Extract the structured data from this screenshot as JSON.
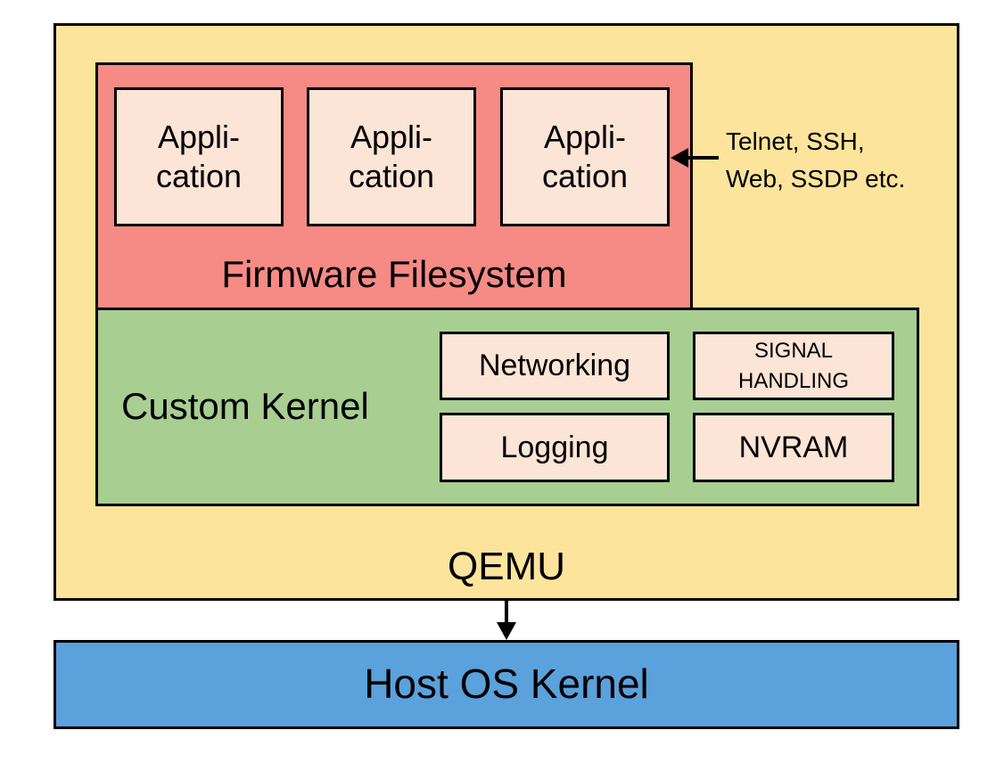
{
  "qemu": {
    "label": "QEMU"
  },
  "firmware": {
    "label": "Firmware Filesystem",
    "applications": [
      {
        "label": "Appli-\ncation"
      },
      {
        "label": "Appli-\ncation"
      },
      {
        "label": "Appli-\ncation"
      }
    ]
  },
  "protocols": {
    "label": "Telnet, SSH,\nWeb, SSDP etc."
  },
  "kernel": {
    "label": "Custom Kernel",
    "components": {
      "networking": "Networking",
      "signal_handling": "SIGNAL\nHANDLING",
      "logging": "Logging",
      "nvram": "NVRAM"
    }
  },
  "host": {
    "label": "Host OS Kernel"
  },
  "colors": {
    "qemu": "#fde49c",
    "firmware": "#f68a85",
    "kernel": "#a8ce92",
    "host": "#5ba1dc",
    "component": "#fce4d6"
  }
}
